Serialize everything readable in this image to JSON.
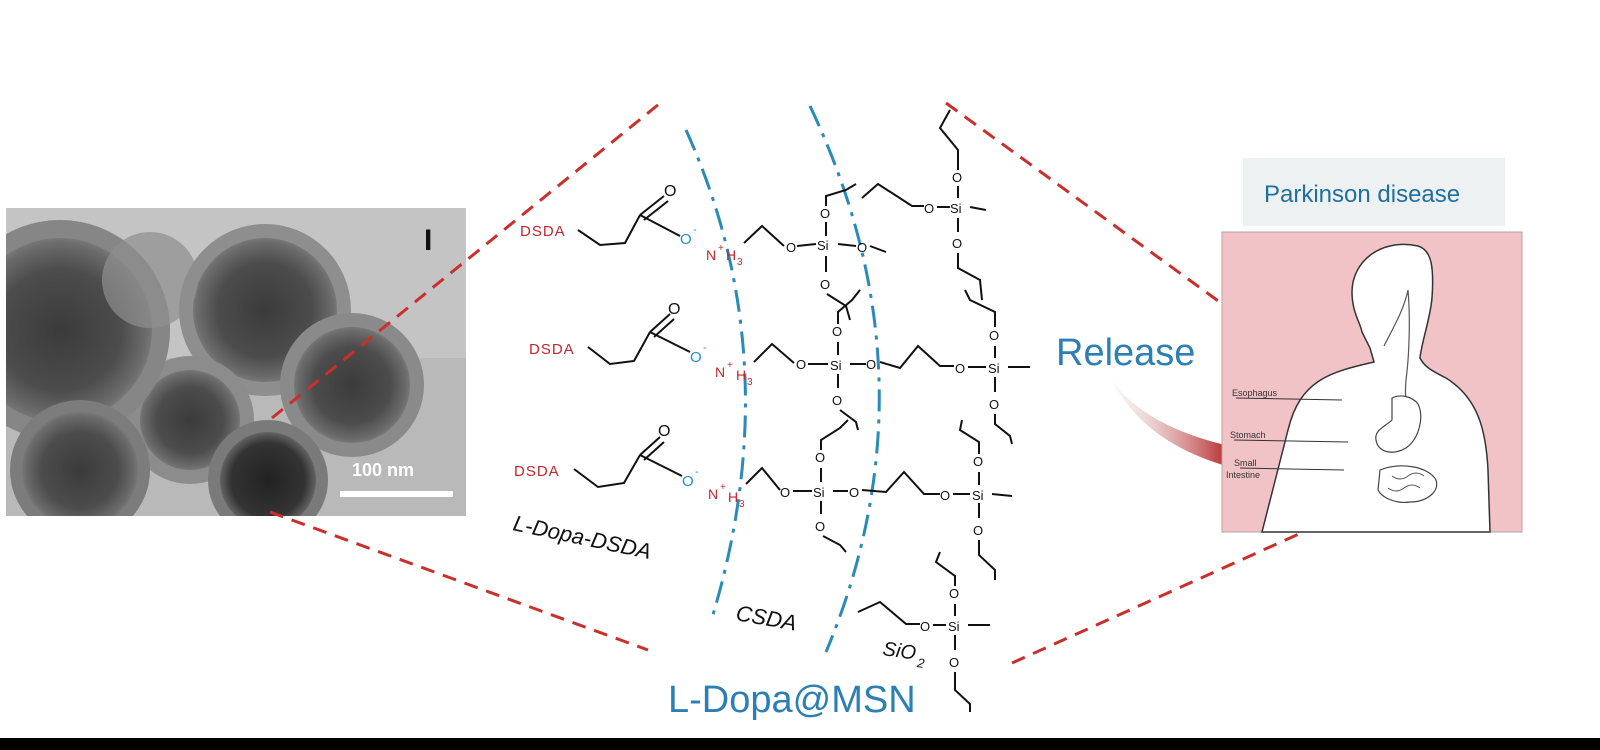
{
  "tem_image": {
    "panel_label": "I",
    "scale_bar_label": "100 nm"
  },
  "chemistry": {
    "dsda_labels": [
      "DSDA",
      "DSDA",
      "DSDA"
    ],
    "oxygen_minus": "O",
    "minus_sign": "-",
    "carbonyl_o": "O",
    "n_label": "N",
    "n_plus": "+",
    "h3_label": "H",
    "h3_sub": "3",
    "si_label": "Si",
    "o_label": "O",
    "l_dopa_dsda_label": "L-Dopa-DSDA",
    "csda_label": "CSDA",
    "sio2_label_main": "SiO",
    "sio2_label_sub": "2",
    "composite_label": "L-Dopa@MSN"
  },
  "release": {
    "label": "Release"
  },
  "body_panel": {
    "title": "Parkinson disease",
    "organ_labels": [
      "Esophagus",
      "Stomach",
      "Small",
      "Intestine"
    ]
  },
  "colors": {
    "dsda_red": "#c0282d",
    "blue_text": "#2b7fb4",
    "o_minus_blue": "#1f8fc8",
    "connector_red": "#c9302c",
    "dash_dot_blue": "#2a8ab8",
    "body_pink": "#f2c3c6"
  }
}
